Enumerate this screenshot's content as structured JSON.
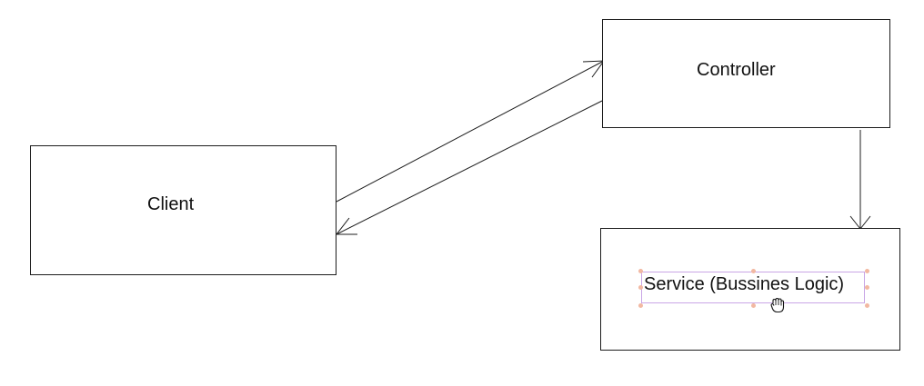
{
  "diagram": {
    "nodes": [
      {
        "id": "client",
        "label": "Client"
      },
      {
        "id": "controller",
        "label": "Controller"
      },
      {
        "id": "service",
        "label": "Service (Bussines Logic)"
      }
    ],
    "edges": [
      {
        "from": "client",
        "to": "controller"
      },
      {
        "from": "controller",
        "to": "client"
      },
      {
        "from": "controller",
        "to": "service"
      }
    ],
    "selected_node": "service",
    "cursor_icon": "hand-grab-icon"
  }
}
